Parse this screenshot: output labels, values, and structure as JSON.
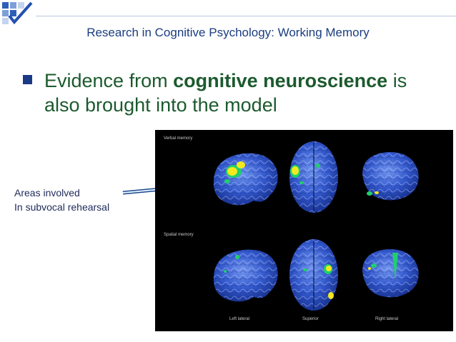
{
  "slide": {
    "title": "Research in Cognitive Psychology: Working Memory",
    "bullet": {
      "prefix": "Evidence from ",
      "emphasis": "cognitive neuroscience",
      "suffix": " is also brought into the model"
    },
    "callout": {
      "line1": "Areas involved",
      "line2": "In subvocal rehearsal"
    },
    "figure": {
      "row_top_label": "Verbal memory",
      "row_bottom_label": "Spatial memory",
      "col_left_label": "Left lateral",
      "col_center_label": "Superior",
      "col_right_label": "Right lateral"
    }
  },
  "colors": {
    "title": "#1a3d80",
    "body_text": "#1c5a2e",
    "bullet": "#1b3a85",
    "figure_bg": "#000000",
    "brain": "#2f55c8",
    "activation_yellow": "#f4e91e",
    "activation_green": "#1fd06a"
  }
}
